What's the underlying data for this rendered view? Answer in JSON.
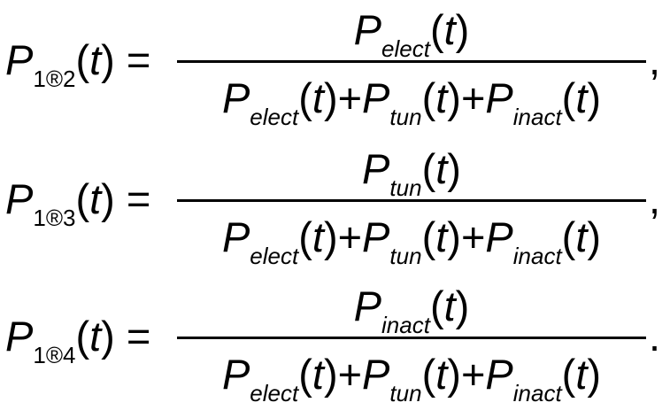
{
  "symbols": {
    "P": "P",
    "t": "t",
    "open_paren": "(",
    "close_paren": ")",
    "equals": "=",
    "plus": "+"
  },
  "subscripts": {
    "elect": "elect",
    "tun": "tun",
    "inact": "inact"
  },
  "equations": [
    {
      "lhs_sub": "1®2",
      "numerator_sub": "elect",
      "punct": ","
    },
    {
      "lhs_sub": "1®3",
      "numerator_sub": "tun",
      "punct": ","
    },
    {
      "lhs_sub": "1®4",
      "numerator_sub": "inact",
      "punct": "."
    }
  ]
}
